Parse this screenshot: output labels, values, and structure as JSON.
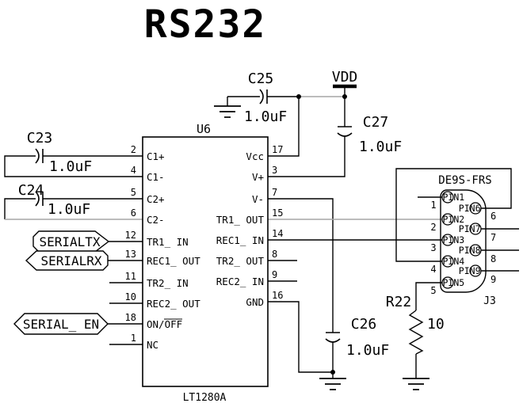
{
  "title": "RS232",
  "colors": {
    "wire": "#000000",
    "highlight_gray": "#a6a6a6",
    "background": "#ffffff"
  },
  "ic": {
    "refdes": "U6",
    "part": "LT1280A",
    "left_pins": [
      {
        "num": "2",
        "label": "C1+"
      },
      {
        "num": "4",
        "label": "C1-"
      },
      {
        "num": "5",
        "label": "C2+"
      },
      {
        "num": "6",
        "label": "C2-"
      },
      {
        "num": "12",
        "label": "TR1_ IN"
      },
      {
        "num": "13",
        "label": "REC1_ OUT"
      },
      {
        "num": "11",
        "label": "TR2_ IN"
      },
      {
        "num": "10",
        "label": "REC2_ OUT"
      },
      {
        "num": "18",
        "label": "ON/",
        "label_overline": "OFF"
      },
      {
        "num": "1",
        "label": "NC"
      }
    ],
    "right_pins": [
      {
        "num": "17",
        "label": "Vcc"
      },
      {
        "num": "3",
        "label": "V+"
      },
      {
        "num": "7",
        "label": "V-"
      },
      {
        "num": "15",
        "label": "TR1_ OUT"
      },
      {
        "num": "14",
        "label": "REC1_ IN"
      },
      {
        "num": "8",
        "label": "TR2_ OUT"
      },
      {
        "num": "9",
        "label": "REC2_ IN"
      },
      {
        "num": "16",
        "label": "GND"
      }
    ]
  },
  "capacitors": {
    "c23": {
      "ref": "C23",
      "value": "1.0uF"
    },
    "c24": {
      "ref": "C24",
      "value": "1.0uF"
    },
    "c25": {
      "ref": "C25",
      "value": "1.0uF"
    },
    "c26": {
      "ref": "C26",
      "value": "1.0uF"
    },
    "c27": {
      "ref": "C27",
      "value": "1.0uF"
    }
  },
  "resistor": {
    "ref": "R22",
    "value": "10"
  },
  "power": {
    "vdd_label": "VDD"
  },
  "flags": {
    "serialtx": {
      "label": "SERIALTX"
    },
    "serialrx": {
      "label": "SERIALRX"
    },
    "serial_en": {
      "label": "SERIAL_ EN"
    }
  },
  "connector": {
    "refdes": "J3",
    "part": "DE9S-FRS",
    "left_pins": [
      {
        "name": "PIN1",
        "num": "1"
      },
      {
        "name": "PIN2",
        "num": "2"
      },
      {
        "name": "PIN3",
        "num": "3"
      },
      {
        "name": "PIN4",
        "num": "4"
      },
      {
        "name": "PIN5",
        "num": "5"
      }
    ],
    "right_pins": [
      {
        "name": "PIN6",
        "num": "6"
      },
      {
        "name": "PIN7",
        "num": "7"
      },
      {
        "name": "PIN8",
        "num": "8"
      },
      {
        "name": "PIN9",
        "num": "9"
      }
    ]
  }
}
